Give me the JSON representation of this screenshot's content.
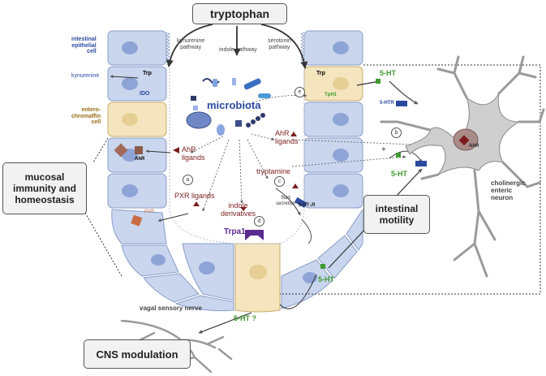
{
  "title": "tryptophan",
  "pathways": {
    "kynurenine": "kynurenine\npathway",
    "indole": "indole pathway",
    "serotonin": "serotonin\npathway"
  },
  "cell_labels": {
    "epithelial": "intestinal\nepithelial\ncell",
    "enterochromaffin": "entero-\nchromaffin\ncell"
  },
  "molecules": {
    "kynurenine": "kynurenine",
    "trp_left": "Trp",
    "ido": "IDO",
    "trp_right": "Trp",
    "tph1": "TpH1",
    "microbiota": "microbiota",
    "ahr_ligands_left": "AhR\nligands",
    "ahr_ligands_center": "AhR\nligands",
    "ahr_left_cell": "AhR",
    "pxr_ligands": "PXR ligands",
    "pxr": "PXR",
    "indole_derivatives": "indole\nderivatives",
    "tryptamine": "tryptamine",
    "fluid_secretion": "fluid\nsecretion",
    "receptor_5ht4r": "5-HT₄R",
    "trpa1": "Trpa1",
    "ht_top": "5-HT",
    "htr": "5-HTR",
    "ht_mid": "5-HT",
    "ht_bottom": "5-HT",
    "ht_question": "5-HT ?",
    "ahr_neuron": "AhR",
    "plus": "+"
  },
  "circle_markers": [
    "a",
    "b",
    "c",
    "d",
    "e"
  ],
  "boxes": {
    "mucosal": "mucosal\nimmunity and\nhomeostasis",
    "motility": "intestinal\nmotility",
    "cns": "CNS modulation"
  },
  "neuron_label": "cholinergic\nenteric\nneuron",
  "vagal_label": "vagal sensory nerve",
  "colors": {
    "epithelium": "#c9d6ee",
    "enterochromaffin": "#f4e5bf",
    "nucleus": "#8fa4d6",
    "neuron": "#cfcfcf",
    "serotonin_green": "#3f9a2e",
    "ahr_maroon": "#7b1d1d",
    "receptor_blue": "#2b4aa0",
    "trpa1_purple": "#5b2a8f"
  },
  "icons": [
    "arrow-icon",
    "microbe-icon",
    "receptor-icon",
    "ligand-triangle-icon",
    "neuron-icon",
    "nerve-icon"
  ]
}
